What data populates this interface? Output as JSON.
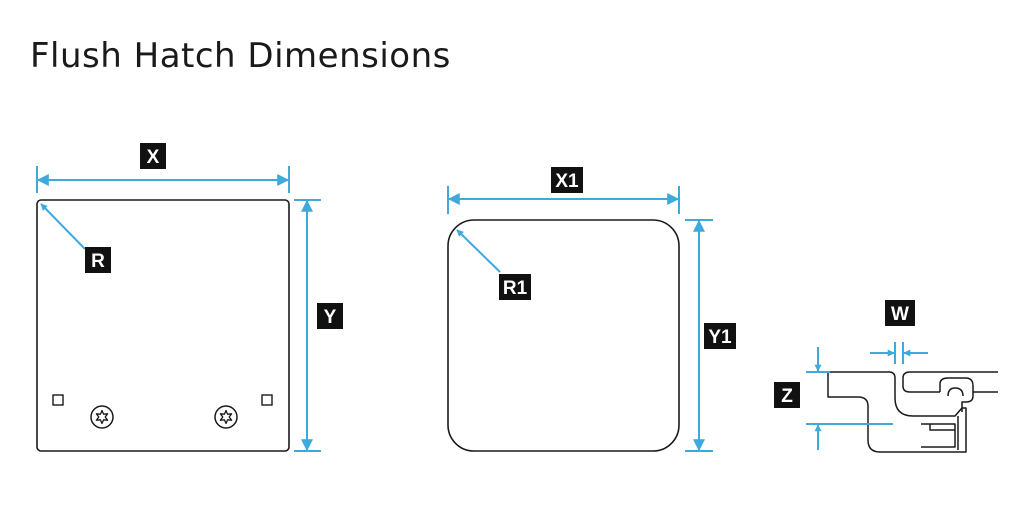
{
  "title": "Flush Hatch Dimensions",
  "colors": {
    "dimension": "#3fa9dc",
    "outline": "#1a1a1a",
    "label_bg": "#111111",
    "label_text": "#ffffff"
  },
  "labels": {
    "x": "X",
    "y": "Y",
    "r": "R",
    "x1": "X1",
    "y1": "Y1",
    "r1": "R1",
    "w": "W",
    "z": "Z"
  }
}
